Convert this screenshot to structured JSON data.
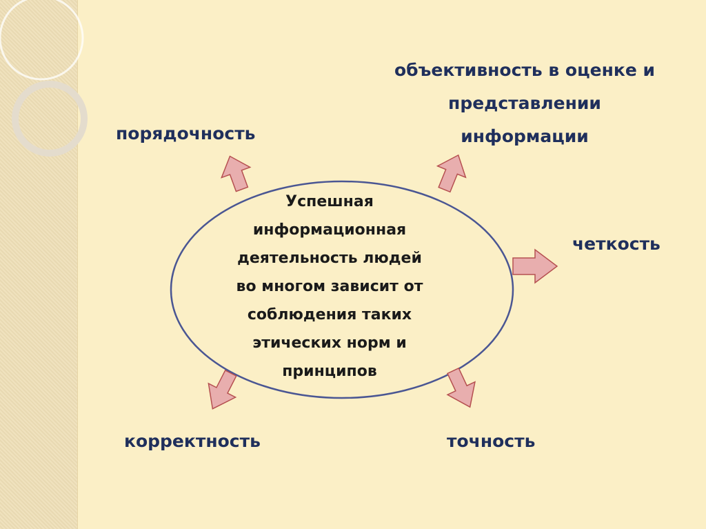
{
  "diagram": {
    "center_text": "Успешная\nинформационная\nдеятельность людей\nво многом зависит от\nсоблюдения таких\nэтических норм и\nпринципов",
    "principles": {
      "top_left": "порядочность",
      "top_right": "объективность в оценке и\nпредставлении\nинформации",
      "right": "четкость",
      "bottom_left": "корректность",
      "bottom_right": "точность"
    }
  },
  "colors": {
    "background": "#fbefc6",
    "ellipse_stroke": "#4a5693",
    "arrow_fill": "#e8aeae",
    "arrow_stroke": "#b55050",
    "text_dark_blue": "#1f2f5c"
  }
}
